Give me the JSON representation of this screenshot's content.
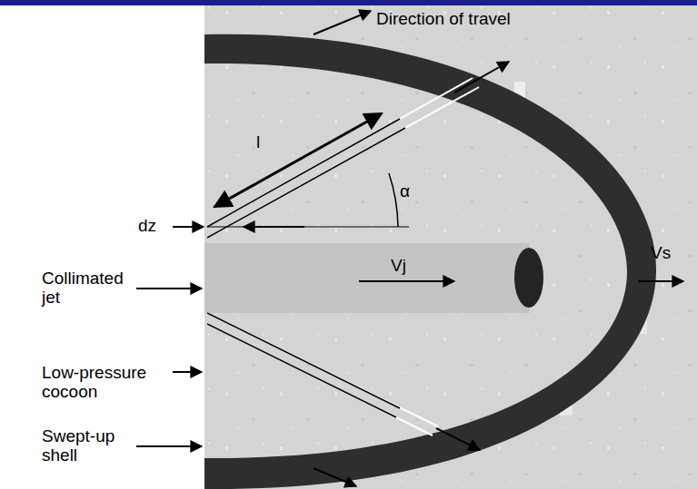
{
  "diagram": {
    "labels": [
      "Direction of travel",
      "l",
      "α",
      "dz",
      "Vj",
      "Vs",
      "Collimated jet",
      "Low-pressure cocoon",
      "Swept-up shell"
    ]
  }
}
